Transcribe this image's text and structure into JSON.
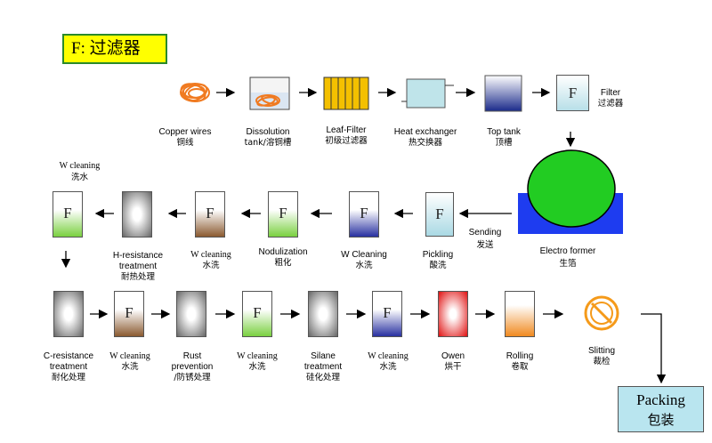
{
  "title": "F: 过滤器",
  "packing": {
    "en": "Packing",
    "cn": "包装"
  },
  "row1": {
    "copper": {
      "en": "Copper wires",
      "cn": "铜线"
    },
    "dissolution": {
      "en": "Dissolution",
      "en2": "tank/溶铜槽"
    },
    "leaf": {
      "en": "Leaf-Filter",
      "cn": "初级过滤器"
    },
    "heat": {
      "en": "Heat exchanger",
      "cn": "热交换器"
    },
    "top": {
      "en": "Top tank",
      "cn": "顶槽"
    },
    "filter": {
      "en": "Filter",
      "cn": "过滤器",
      "mark": "F"
    }
  },
  "row2": {
    "wclean_top": {
      "en": "W cleaning",
      "cn": "洗水"
    },
    "hres": {
      "en": "H-resistance",
      "en2": "treatment",
      "cn": "耐热处理"
    },
    "wclean": {
      "en": "W cleaning",
      "cn": "水洗"
    },
    "nodul": {
      "en": "Nodulization",
      "cn": "粗化"
    },
    "wclean2": {
      "en": "W Cleaning",
      "cn": "水洗"
    },
    "pickling": {
      "en": "Pickling",
      "cn": "酸洗"
    },
    "sending": {
      "en": "Sending",
      "cn": "发送"
    },
    "electro": {
      "en": "Electro former",
      "cn": "生箔"
    },
    "mark": "F"
  },
  "row3": {
    "cres": {
      "en": "C-resistance",
      "en2": "treatment",
      "cn": "耐化处理"
    },
    "wc1": {
      "en": "W cleaning",
      "cn": "水洗"
    },
    "rust": {
      "en": "Rust",
      "en2": "prevention",
      "cn": "/防锈处理"
    },
    "wc2": {
      "en": "W cleaning",
      "cn": "水洗"
    },
    "silane": {
      "en": "Silane",
      "en2": "treatment",
      "cn": "硅化处理"
    },
    "wc3": {
      "en": "W cleaning",
      "cn": "水洗"
    },
    "owen": {
      "en": "Owen",
      "cn": "烘干"
    },
    "rolling": {
      "en": "Rolling",
      "cn": "卷取"
    },
    "slitting": {
      "en": "Slitting",
      "cn": "裁检"
    },
    "mark": "F"
  },
  "colors": {
    "title_bg": "#ffff00",
    "title_border": "#2a8a2a",
    "packing_bg": "#b9e5ef",
    "electro_green": "#22cc22",
    "electro_blue": "#1e3cf0",
    "copper": "#f07a20"
  }
}
